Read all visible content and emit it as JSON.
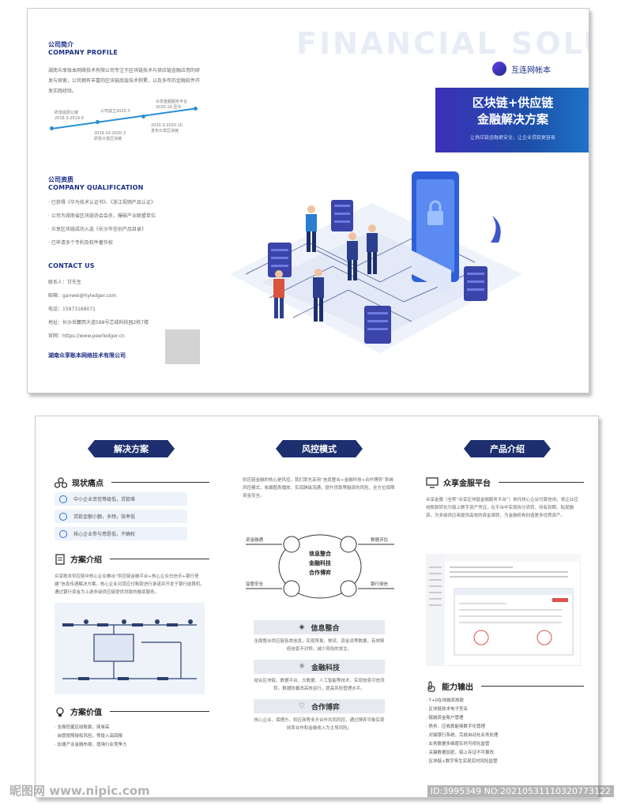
{
  "cover": {
    "watermark_text": "FINANCIAL SOLUT",
    "logo_text": "互连网帐本",
    "banner_line1": "区块链+供应链",
    "banner_line2": "金融解决方案",
    "banner_sub": "让供应链金融更安全，让企业贷款更容易"
  },
  "profile": {
    "title_cn": "公司简介",
    "title_en": "COMPANY PROFILE",
    "body": "湖南众享账本网络技术有限公司专注于区块链技术与供应链金融应用的研发与探索，公司拥有丰富的区块链底层技术积累，以及多年的金融软件开发实践经验。",
    "timeline": [
      {
        "label": "研发底层公链\n2018.3-2019.9"
      },
      {
        "label": "公司成立2020.3"
      },
      {
        "label": "2019.10-2020.3\n研发众享区块链"
      },
      {
        "label": "众享金服服务平台\n2020.10-至今"
      },
      {
        "label": "2020.3-2020.10\n发布众享区块链"
      }
    ]
  },
  "qualification": {
    "title_cn": "公司资质",
    "title_en": "COMPANY QUALIFICATION",
    "items": [
      "· 已获得《华为技术认证书》、《浙江视频产品认证》",
      "· 公司为湖南省区块链协会会员，爆破产业联盟单位",
      "· 众享区块链成功入选《长沙市信创产品目录》",
      "· 已申请多个专利及软件著作权"
    ]
  },
  "contact": {
    "title": "CONTACT US",
    "person": "联系人：甘先生",
    "email": "邮箱：ganwei@hyledger.com",
    "phone": "电话：15973168071",
    "address": "地址：长沙岳麓西大道588号芯城科技园2栋7楼",
    "website": "官网：https://www.peerledger.cn",
    "company": "湖南众享账本网络技术有限公司"
  },
  "solution": {
    "tag": "解决方案",
    "pain_title": "现状痛点",
    "pains": [
      "中小企业资信等级低，贷款难",
      "贷款金额小额，多频，效率低",
      "核心企业参与意愿低，不确权"
    ],
    "intro_title": "方案介绍",
    "intro_text": "众享账本供应链中核心企业推出“供应链金融平台+核心企业白信币+银行搭建”信息传递解决方案。核心企业对其应付账款进行承诺并开发于银行结算机，通过银行资金为上游多级供应链提供贷款的融资服务。",
    "value_title": "方案价值",
    "values": [
      "· 全面挖掘应收账款，简单高",
      "· 自愿按照授权风险，零投入高回报",
      "· 加速产业金融布局，增强行业竞争力"
    ]
  },
  "risk": {
    "tag": "风控模式",
    "intro": "供应链金融的核心是风控。我们率先采用“信息整合+金融科技+合作博弈”系统风控模式，收编图表播放、实现跨级流通，提升贷款等融资的风险，全方位保障资金安全。",
    "center_lines": [
      "信息整合",
      "金融科技",
      "合作博弈"
    ],
    "nodes": [
      "资金融通",
      "数据评估",
      "监管安全",
      "银行授信"
    ],
    "blocks": [
      {
        "title": "信息整合",
        "text": "全面整合供应链各类信息，实现贸易、物流、资金流等数据，有效降低信息不对称，减少风险的发生。"
      },
      {
        "title": "金融科技",
        "text": "结合区块链、数据平台、大数据、人工智能等技术，实现信息可信流转，数据防篡改高效运行，提高风险管理水平。"
      },
      {
        "title": "合作博弈",
        "text": "核心企业、保理方、供应商等多方合作共同风控，通过博弈平衡实现效率合作和金融收入为主导风险。"
      }
    ]
  },
  "product": {
    "tag": "产品介绍",
    "platform_title": "众享金服平台",
    "platform_text": "众享金服（全称“众享区块链金融服务平台”）依托核心企业付款信用，将企业应收账款转化为链上数字资产凭证，在平台中实现拆分流转、持有到期、贴现融资，为多级供应商提供高效的资金周转，为金融机构创造更多优质资产。",
    "ability_title": "能力输出",
    "abilities": [
      "· T+0在线融资放款",
      "· 区块链技术电子签名",
      "· 链融资金账户管理",
      "· 债务、应收款能够数字化管理",
      "· 对接银行系统，完成自动化业务处理",
      "· 业务数据多维度实时可视化监管",
      "· 关键数据加密，链上存证不可篡改",
      "· 区块链+数字孪生实现实时风险监管"
    ]
  },
  "footer": {
    "watermark": "昵图网 www.nipic.com",
    "id_text": "ID:3995349 NO:20210531110320773122"
  }
}
